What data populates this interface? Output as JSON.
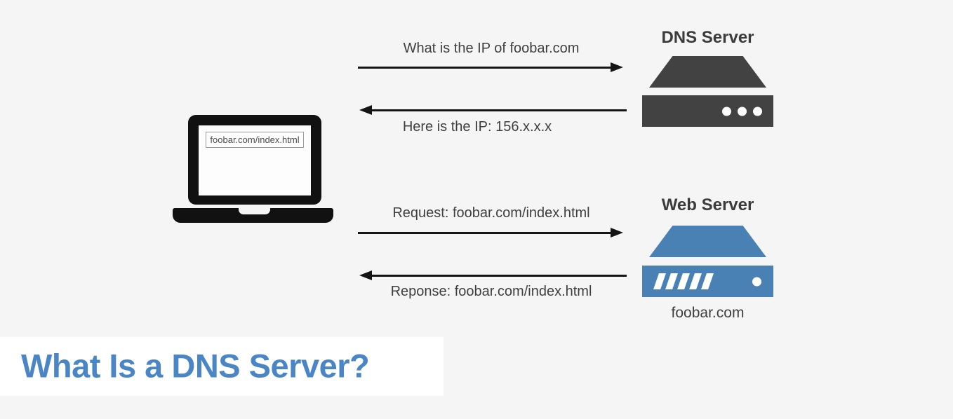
{
  "colors": {
    "background": "#f5f5f6",
    "dns_server_fill": "#424242",
    "web_server_fill": "#4a81b5",
    "title_blue": "#4a86c6",
    "message_text": "#3f3f3f",
    "laptop_black": "#111111"
  },
  "title": {
    "text": "What Is a DNS Server?"
  },
  "laptop": {
    "address_bar": "foobar.com/index.html"
  },
  "dns_server": {
    "label": "DNS Server"
  },
  "web_server": {
    "label": "Web Server",
    "domain": "foobar.com"
  },
  "messages": {
    "dns_request": "What is the IP of foobar.com",
    "dns_response": "Here is the IP: 156.x.x.x",
    "web_request": "Request: foobar.com/index.html",
    "web_response": "Reponse: foobar.com/index.html"
  }
}
